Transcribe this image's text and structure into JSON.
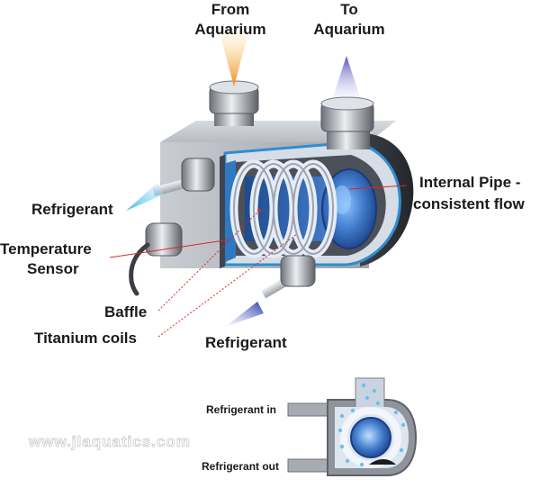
{
  "labels": {
    "from_aquarium_1": "From",
    "from_aquarium_2": "Aquarium",
    "to_aquarium_1": "To",
    "to_aquarium_2": "Aquarium",
    "refrigerant_top": "Refrigerant",
    "temperature_sensor_1": "Temperature",
    "temperature_sensor_2": "Sensor",
    "baffle": "Baffle",
    "titanium_coils": "Titanium coils",
    "refrigerant_bottom": "Refrigerant",
    "internal_pipe_1": "Internal Pipe -",
    "internal_pipe_2": "consistent flow"
  },
  "cross_section": {
    "refrigerant_in": "Refrigerant in",
    "refrigerant_out": "Refrigerant out"
  },
  "watermark": "www.jlaquatics.com",
  "colors": {
    "water_blue": "#3d78c8",
    "coil_light": "#e8edf5",
    "steel_dark": "#4a4f57",
    "leader_red": "#d42a2a",
    "flow_orange": "#f08a1c",
    "flow_purple": "#5a52b8",
    "refrigerant_cyan": "#3fb6e6"
  }
}
